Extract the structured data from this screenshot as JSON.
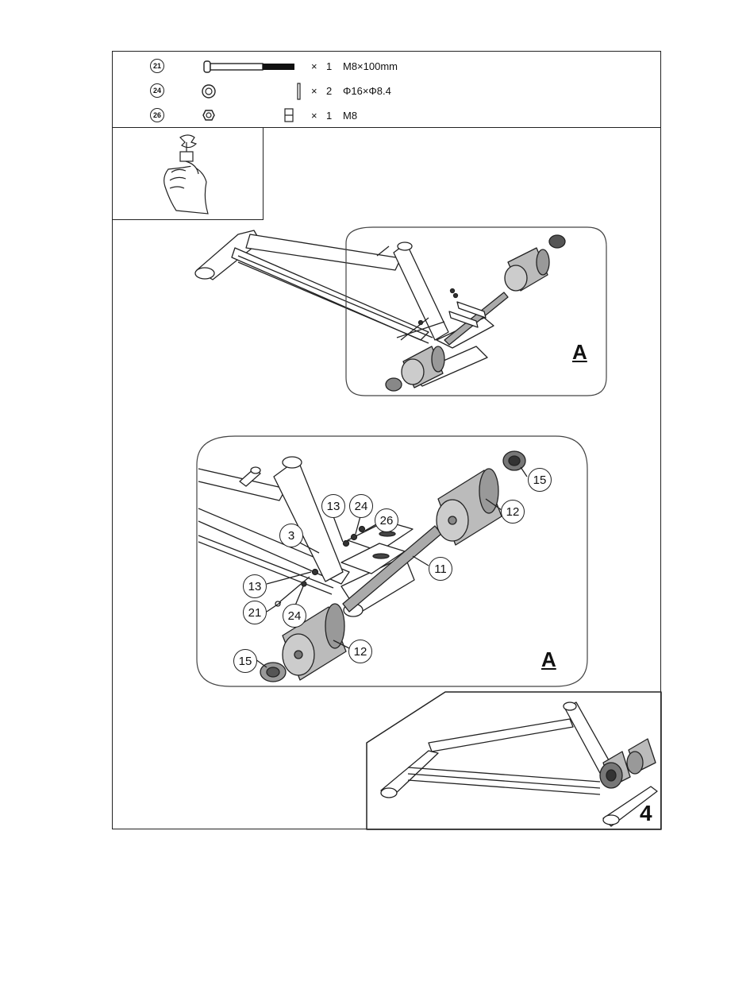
{
  "parts": [
    {
      "id": "21",
      "times": "×",
      "qty": "1",
      "spec": "M8×100mm",
      "icon": "bolt-icon"
    },
    {
      "id": "24",
      "times": "×",
      "qty": "2",
      "spec": "Φ16×Φ8.4",
      "icon": "washer-icon"
    },
    {
      "id": "26",
      "times": "×",
      "qty": "1",
      "spec": "M8",
      "icon": "hex-nut-icon"
    }
  ],
  "detail_label": "A",
  "callouts": {
    "c13a": "13",
    "c24a": "24",
    "c26": "26",
    "c3": "3",
    "c11": "11",
    "c12a": "12",
    "c15a": "15",
    "c13b": "13",
    "c21": "21",
    "c24b": "24",
    "c12b": "12",
    "c15b": "15"
  },
  "step_number": "4"
}
